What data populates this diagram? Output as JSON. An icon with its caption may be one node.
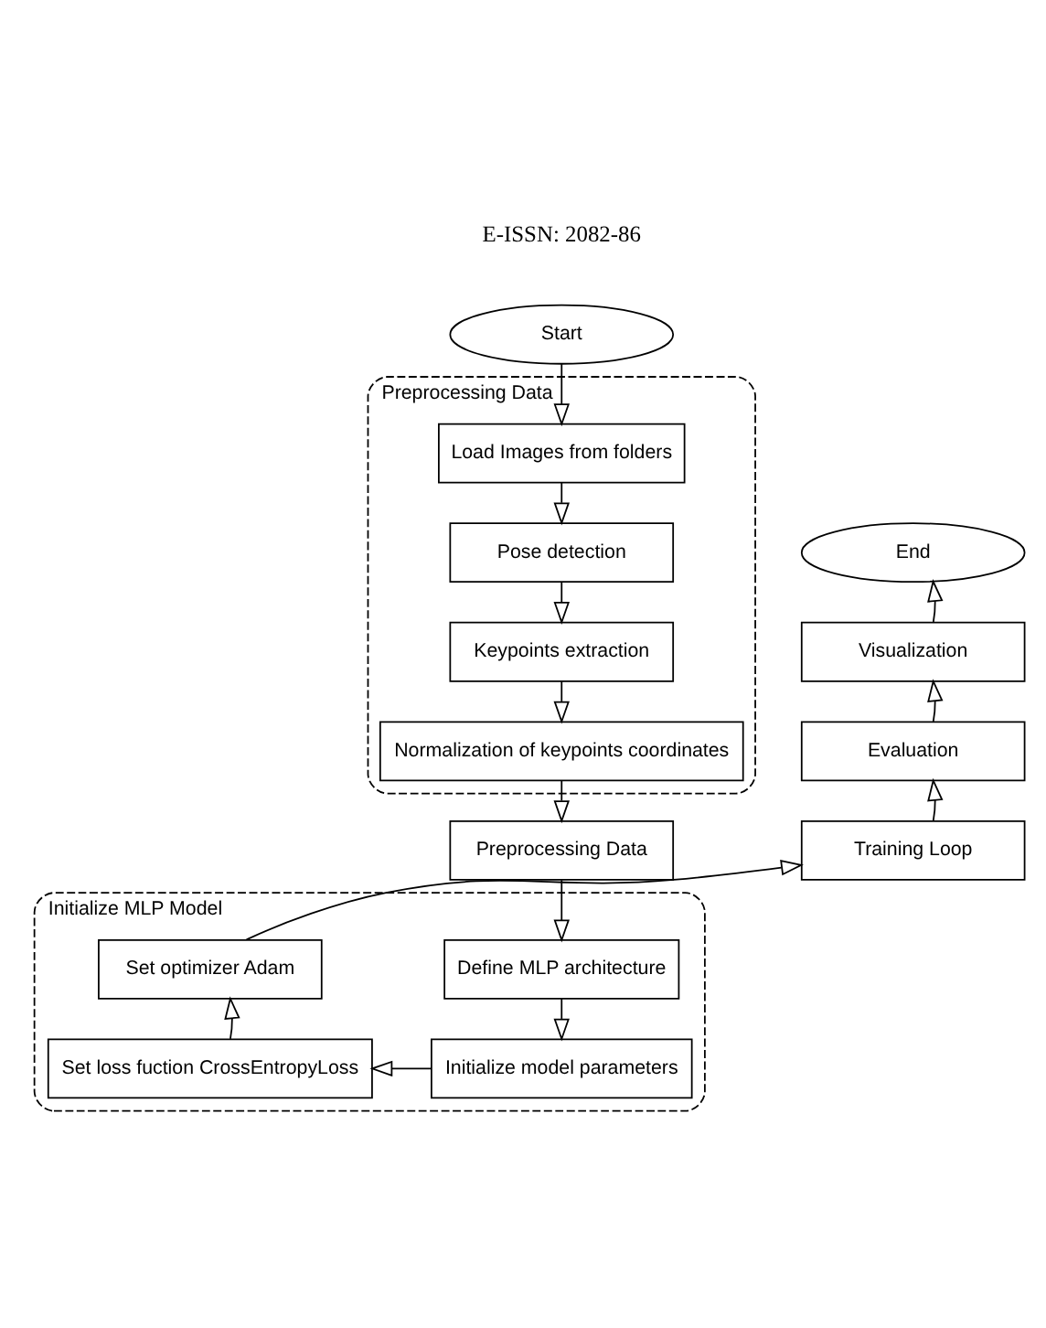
{
  "diagram": {
    "nodes": [
      {
        "text": [
          "Start"
        ]
      },
      {
        "text": [
          "Preprocessing Data"
        ]
      },
      {
        "text": [
          "Load Images from folders"
        ],
        "in": 1
      },
      {
        "text": [
          "Pose detection"
        ],
        "in": 1
      },
      {
        "text": [
          "Keypoints extraction"
        ],
        "in": 1
      },
      {
        "text": [
          "Normalization of keypoints coordinates"
        ],
        "in": 1
      },
      {
        "text": [
          "Preprocessing Data"
        ]
      },
      {
        "text": [
          "Initialize MLP Model"
        ]
      },
      {
        "text": [
          "Define MLP architecture"
        ],
        "in": 7
      },
      {
        "text": [
          "Initialize model parameters"
        ],
        "in": 7
      },
      {
        "text": [
          "Set loss fuction CrossEntropyLoss"
        ],
        "in": 7
      },
      {
        "text": [
          "Set optimizer Adam"
        ],
        "in": 7
      },
      {
        "text": [
          "Training Loop"
        ]
      },
      {
        "text": [
          "Evaluation"
        ]
      },
      {
        "text": [
          "Visualization"
        ]
      },
      {
        "text": [
          "End"
        ]
      }
    ],
    "edges": [
      {
        "from": 0,
        "to": 2,
        "arrow": "to"
      },
      {
        "from": 2,
        "to": 3,
        "arrow": "to"
      },
      {
        "from": 3,
        "to": 4,
        "arrow": "to"
      },
      {
        "from": 4,
        "to": 5,
        "arrow": "to"
      },
      {
        "from": 5,
        "to": 6,
        "arrow": "to"
      },
      {
        "from": 6,
        "to": 8,
        "arrow": "to"
      },
      {
        "from": 8,
        "to": 9,
        "arrow": "to"
      },
      {
        "from": 9,
        "to": 10,
        "arrow": "to"
      },
      {
        "from": 10,
        "to": 11,
        "arrow": "to"
      },
      {
        "from": 11,
        "to": 12,
        "arrow": "to"
      },
      {
        "from": 12,
        "to": 13,
        "arrow": "to"
      },
      {
        "from": 13,
        "to": 14,
        "arrow": "to"
      },
      {
        "from": 14,
        "to": 15,
        "arrow": "to"
      }
    ],
    "labels": [
      "E-ISSN: 2082-86"
    ]
  }
}
